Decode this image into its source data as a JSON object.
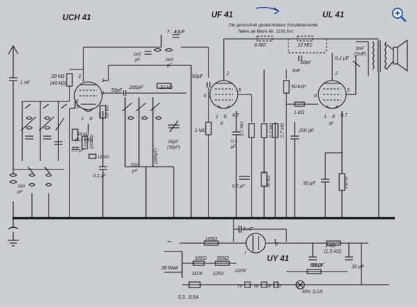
{
  "tubes": {
    "t1": "UCH 41",
    "t2": "UF 41",
    "t3": "UL 41",
    "t4": "UY 41"
  },
  "note": {
    "line1": "Die gestrichelt gezeichneten Schaltelemente",
    "line2": "fallen ab Werk-Nr. 1101 fort"
  },
  "components": {
    "c_7_40pF": "7...40pF",
    "r_6MOhm": "6 MΩ",
    "r_13MOhm": "13 MΩ",
    "c_50pF_top": "50pF",
    "c_01uF_top": "0,1 μF",
    "c_5nF_2nF": "5nF",
    "c_2nF": "(2nF)",
    "c_1nF": "1 nF",
    "c_100pF_a": "100",
    "c_100pF_b": "pF",
    "c_100pF_c": "100",
    "c_100pF_d": "pF",
    "r_20k": "20 kΩ",
    "r_40k": "(40 kΩ)",
    "c_50pF_a": "50pF",
    "c_200pF_a": "200pF",
    "r_10k_a": "10 kΩ",
    "c_50pF_b": "50pF",
    "c_5nF_b": "5nF",
    "r_50k": "50 kΩ*",
    "r_1k": "1 kΩ",
    "r_20k_b": "20 kΩ",
    "r_40k_b": "40 kΩ",
    "r_01M": "(0,1 MΩ)",
    "r_150": "150Ω",
    "r_200": "(200Ω)",
    "c_01uF_a": "0,1 μF",
    "r_10k_b": "10 kΩ",
    "c_01uF_b": "0,1 μF",
    "r_1M": "1 MΩ",
    "c_01uF_c": "0,1",
    "c_01uF_d": "μF",
    "r_07M_a": "0,7 MΩ",
    "r_02M": "0,2 MΩ",
    "r_07M_b": "0,7 MΩ",
    "c_200pF_b": "200 pF",
    "c_50pF_c": "50pF",
    "c_30pF": "(30pF)",
    "c_550pF": "550",
    "c_550pF_u": "pF",
    "c_160pF": "(160pF)",
    "c_05uF": "0,5 μF",
    "r_50k_b": "50 kΩ",
    "c_50uF": "50 μF",
    "r_150_b": "150 Ω",
    "c_5nF_c": "5 nF",
    "r_165": "165Ω",
    "r_105": "105Ω",
    "r_855": "855Ω",
    "v_110": "110V",
    "v_125": "125V",
    "v_220": "220V",
    "r_500": "500Ω",
    "r_2k": "2 kΩ",
    "r_15k": "(1,5 kΩ)",
    "c_50uF_b": "50 μF",
    "c_32uF": "32 μF",
    "lamp": "18V, 0,1A",
    "fuse": "0,3...0,5A",
    "power": "38 Watt",
    "ac": "~",
    "h4": "IV",
    "h3": "III",
    "h2": "II",
    "h1": "I",
    "t2_sub": "II",
    "t3_sub": "III",
    "t4_a": "I",
    "t4_b": "II"
  },
  "pins": {
    "p1": "2",
    "p2": "3",
    "p3": "4",
    "p4": "5",
    "p5": "6",
    "p6": "1",
    "p7": "8",
    "p8": "7",
    "p9": "2",
    "p10": "6",
    "p11": "5",
    "p12": "1",
    "p13": "8",
    "p14": "4,7",
    "p15": "2",
    "p16": "6",
    "p17": "5",
    "p18": "1",
    "p19": "8",
    "p20": "4,7"
  },
  "icons": {
    "zoom": "zoom-in-icon"
  }
}
